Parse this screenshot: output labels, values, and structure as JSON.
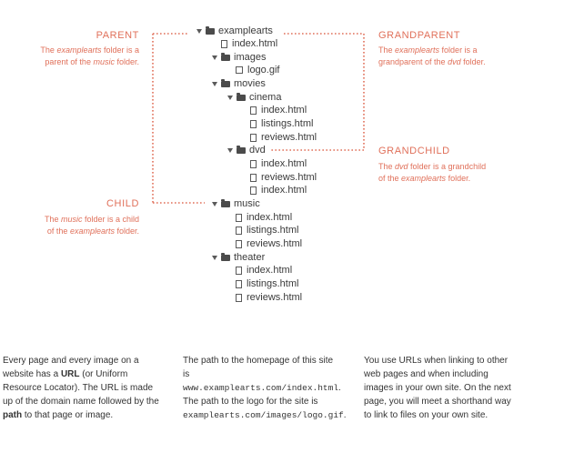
{
  "colors": {
    "accent": "#e0705a",
    "text": "#3a3a3a",
    "dots": "#e0705a"
  },
  "labels": {
    "parent": {
      "title": "PARENT",
      "line1_pre": "The ",
      "line1_em": "examplearts",
      "line1_post": " folder is a",
      "line2_pre": "parent of the ",
      "line2_em": "music",
      "line2_post": " folder."
    },
    "child": {
      "title": "CHILD",
      "line1_pre": "The ",
      "line1_em": "music",
      "line1_post": " folder is a child",
      "line2_pre": "of the ",
      "line2_em": "examplearts",
      "line2_post": " folder."
    },
    "grandparent": {
      "title": "GRANDPARENT",
      "line1_pre": "The ",
      "line1_em": "examplearts",
      "line1_post": " folder is a",
      "line2_pre": "grandparent of the ",
      "line2_em": "dvd",
      "line2_post": " folder."
    },
    "grandchild": {
      "title": "GRANDCHILD",
      "line1_pre": "The ",
      "line1_em": "dvd",
      "line1_post": " folder is a grandchild",
      "line2_pre": "of the ",
      "line2_em": "examplearts",
      "line2_post": " folder."
    }
  },
  "tree": {
    "examplearts": "examplearts",
    "index1": "index.html",
    "images": "images",
    "logo": "logo.gif",
    "movies": "movies",
    "cinema": "cinema",
    "cinema_index": "index.html",
    "cinema_listings": "listings.html",
    "cinema_reviews": "reviews.html",
    "dvd": "dvd",
    "dvd_index": "index.html",
    "dvd_reviews": "reviews.html",
    "dvd_index2": "index.html",
    "music": "music",
    "music_index": "index.html",
    "music_listings": "listings.html",
    "music_reviews": "reviews.html",
    "theater": "theater",
    "theater_index": "index.html",
    "theater_listings": "listings.html",
    "theater_reviews": "reviews.html"
  },
  "paragraphs": {
    "p1": {
      "a": "Every page and every image on a website has a ",
      "b": "URL",
      "c": " (or Uniform Resource Locator). The URL is made up of the domain name followed by the ",
      "d": "path",
      "e": " to that page or image."
    },
    "p2": {
      "a": "The path to the homepage of this site is ",
      "b": "www.examplearts.com/index.html",
      "c": ". The path to the logo for the site is ",
      "d": "examplearts.com/images/logo.gif",
      "e": "."
    },
    "p3": {
      "a": "You use URLs when linking to other web pages and when including images in your own site. On the next page, you will meet a shorthand way to link to files on your own site."
    }
  }
}
